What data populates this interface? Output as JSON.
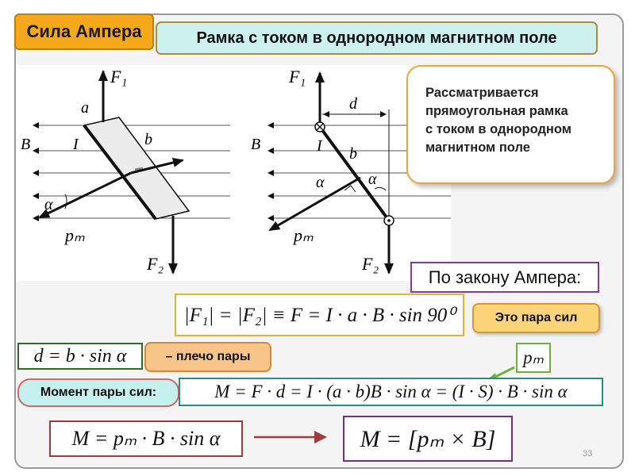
{
  "topic_label": "Сила Ампера",
  "slide_title": "Рамка с током в однородном магнитном поле",
  "note_lines": [
    "Рассматривается",
    "прямоугольная рамка",
    "с током в однородном",
    "магнитном поле"
  ],
  "law_label": "По закону Ампера:",
  "formulas": {
    "force_equality": "|F₁| = |F₂| ≡ F = I · a · B · sin 90⁰",
    "lever_arm": "d = b · sin α",
    "moment_expanded": "M = F · d = I · (a · b)B · sin α = (I · S) · B · sin α",
    "moment_scalar": "M = pₘ · B · sin α",
    "moment_vector": "M = [pₘ × B]",
    "magnetic_moment": "pₘ"
  },
  "callouts": {
    "force_pair": "Это пара сил",
    "lever_arm": "– плечо пары",
    "moment_label": "Момент пары сил:"
  },
  "figure_labels": {
    "F1": "F₁",
    "F2": "F₂",
    "B": "B",
    "I": "I",
    "a": "a",
    "b": "b",
    "d": "d",
    "alpha": "α",
    "pm": "pₘ"
  },
  "page_number": "33",
  "colors": {
    "topic_bg": "#f4a81c",
    "title_bg": "#ccf1ef",
    "note_border": "#f0a33a",
    "arrow_red": "#a23a3a",
    "arrow_green": "#6ab03a"
  }
}
